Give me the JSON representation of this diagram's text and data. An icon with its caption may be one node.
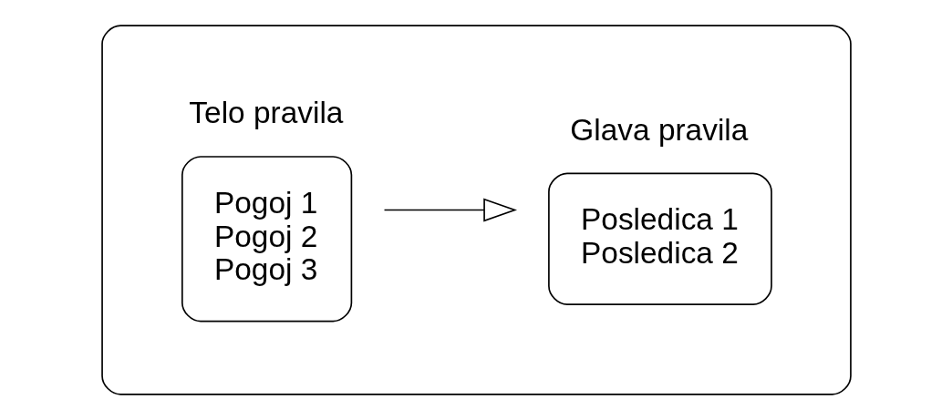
{
  "diagram": {
    "nodes": [
      {
        "text": [],
        "shape": "box"
      },
      {
        "text": [
          "Telo pravila",
          "Pogoj 1",
          "Pogoj 2",
          "Pogoj 3"
        ],
        "in": 0
      },
      {
        "text": [
          "Glava pravila",
          "Posledica 1",
          "Posledica 2"
        ],
        "in": 0
      }
    ],
    "edges": [
      {
        "from": 1,
        "to": 2,
        "arrow": "to"
      }
    ]
  }
}
